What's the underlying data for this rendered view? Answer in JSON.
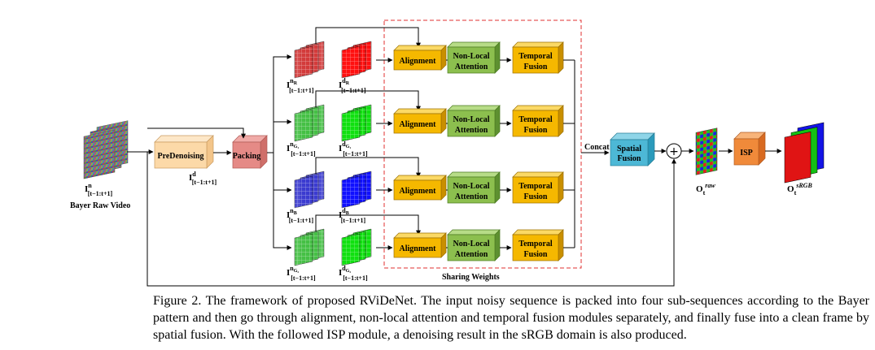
{
  "input": {
    "label_main": "I",
    "label_sup": "n",
    "label_sub": "[t−1:t+1]",
    "caption": "Bayer Raw Video"
  },
  "predenoise": {
    "block_label": "PreDenoising",
    "packing_label": "Packing",
    "out_main": "I",
    "out_sup": "d",
    "out_sub": "[t−1:t+1]"
  },
  "branches": [
    {
      "key": "R",
      "noisy_sup": "n",
      "noisy_sup2": "R",
      "den_sup": "d",
      "den_sup2": "R",
      "sub": "[t−1:t+1]",
      "noisy_color": "#d33a3a",
      "den_color": "#ff1010"
    },
    {
      "key": "G1",
      "noisy_sup": "n",
      "noisy_sup2": "G₁",
      "den_sup": "d",
      "den_sup2": "G₁",
      "sub": "[t−1:t+1]",
      "noisy_color": "#44c044",
      "den_color": "#10e010"
    },
    {
      "key": "B",
      "noisy_sup": "n",
      "noisy_sup2": "B",
      "den_sup": "d",
      "den_sup2": "B",
      "sub": "[t−1:t+1]",
      "noisy_color": "#3a3ad0",
      "den_color": "#1010ff"
    },
    {
      "key": "G2",
      "noisy_sup": "n",
      "noisy_sup2": "G₂",
      "den_sup": "d",
      "den_sup2": "G₂",
      "sub": "[t−1:t+1]",
      "noisy_color": "#44c044",
      "den_color": "#10e010"
    }
  ],
  "modules": {
    "alignment": "Alignment",
    "nonlocal_l1": "Non-Local",
    "nonlocal_l2": "Attention",
    "temporal_l1": "Temporal",
    "temporal_l2": "Fusion"
  },
  "sharing_weights": "Sharing Weights",
  "concat": "Concat",
  "spatial_l1": "Spatial",
  "spatial_l2": "Fusion",
  "plus_symbol": "+",
  "isp": "ISP",
  "out_raw": {
    "main": "O",
    "sub": "t",
    "sup": "raw"
  },
  "out_srgb": {
    "main": "O",
    "sub": "t",
    "sup": "sRGB"
  },
  "caption": "Figure 2. The framework of proposed RViDeNet. The input noisy sequence is packed into four sub-sequences according to the Bayer pattern and then go through alignment, non-local attention and temporal fusion modules separately, and finally fuse into a clean frame by spatial fusion. With the followed ISP module, a denoising result in the sRGB domain is also produced.",
  "colors": {
    "alignment": "#f5b800",
    "nonlocal": "#8cbf4e",
    "temporal": "#f5b800",
    "spatial": "#4db8d6",
    "isp": "#f08a3a",
    "predenoise": "#fcd9a8",
    "packing": "#e58a86",
    "dashed": "#e03030"
  }
}
